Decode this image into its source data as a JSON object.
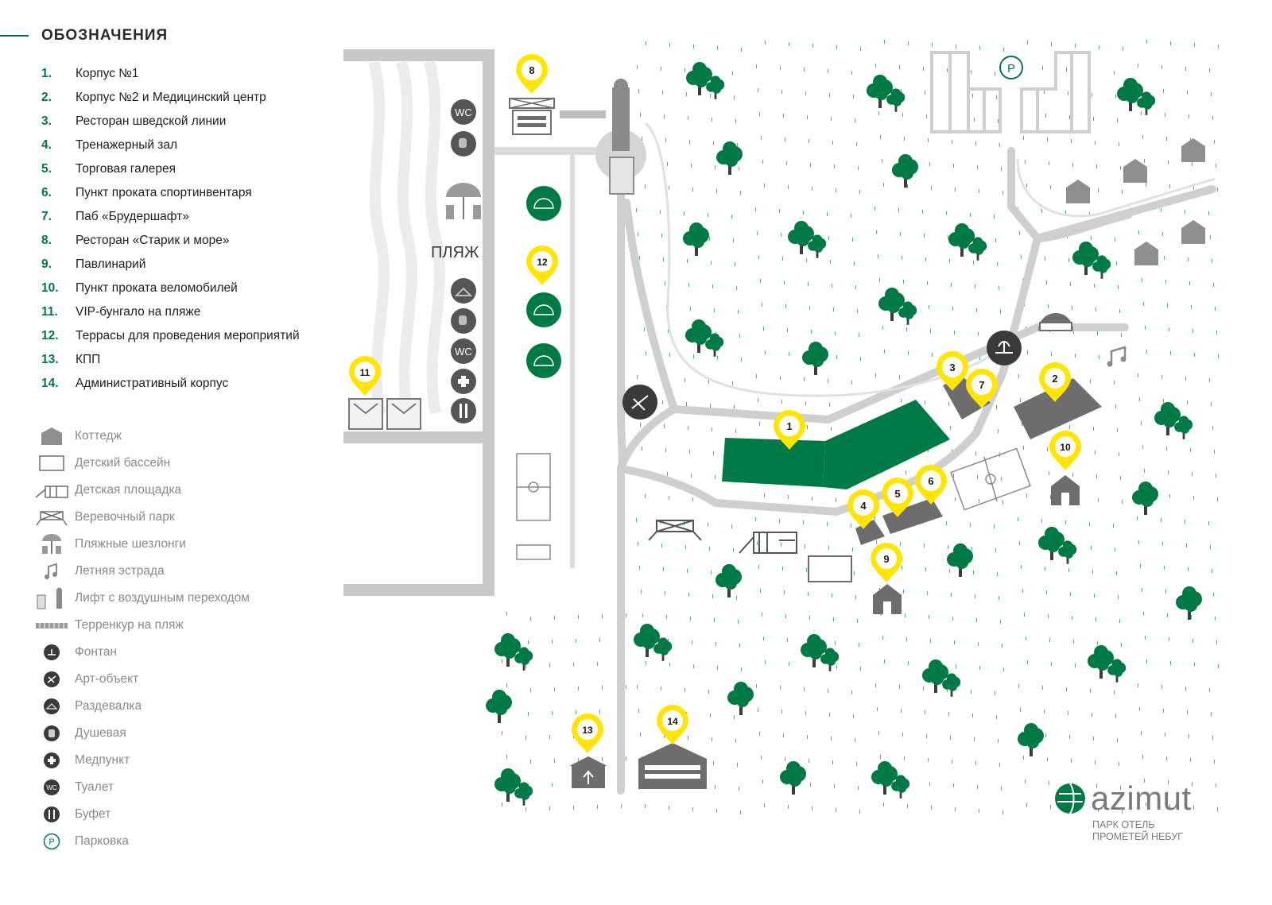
{
  "legend": {
    "title": "ОБОЗНАЧЕНИЯ",
    "places": [
      {
        "num": "1.",
        "label": "Корпус №1"
      },
      {
        "num": "2.",
        "label": "Корпус №2 и Медицинский центр"
      },
      {
        "num": "3.",
        "label": "Ресторан шведской линии"
      },
      {
        "num": "4.",
        "label": "Тренажерный зал"
      },
      {
        "num": "5.",
        "label": "Торговая галерея"
      },
      {
        "num": "6.",
        "label": "Пункт проката спортинвентаря"
      },
      {
        "num": "7.",
        "label": "Паб «Брудершафт»"
      },
      {
        "num": "8.",
        "label": "Ресторан «Старик и море»"
      },
      {
        "num": "9.",
        "label": "Павлинарий"
      },
      {
        "num": "10.",
        "label": "Пункт проката веломобилей"
      },
      {
        "num": "11.",
        "label": "VIP-бунгало на пляже"
      },
      {
        "num": "12.",
        "label": "Террасы для проведения мероприятий"
      },
      {
        "num": "13.",
        "label": "КПП"
      },
      {
        "num": "14.",
        "label": "Административный корпус"
      }
    ],
    "symbols": [
      {
        "icon": "cottage-icon",
        "label": "Коттедж"
      },
      {
        "icon": "kids-pool-icon",
        "label": "Детский бассейн"
      },
      {
        "icon": "playground-icon",
        "label": "Детская площадка"
      },
      {
        "icon": "rope-park-icon",
        "label": "Веревочный парк"
      },
      {
        "icon": "beach-loungers-icon",
        "label": "Пляжные шезлонги"
      },
      {
        "icon": "music-note-icon",
        "label": "Летняя эстрада"
      },
      {
        "icon": "elevator-icon",
        "label": "Лифт с воздушным переходом"
      },
      {
        "icon": "walkway-icon",
        "label": "Терренкур на пляж"
      },
      {
        "icon": "fountain-icon",
        "label": "Фонтан"
      },
      {
        "icon": "art-object-icon",
        "label": "Арт-объект"
      },
      {
        "icon": "changing-room-icon",
        "label": "Раздевалка"
      },
      {
        "icon": "shower-icon",
        "label": "Душевая"
      },
      {
        "icon": "first-aid-icon",
        "label": "Медпункт"
      },
      {
        "icon": "wc-icon",
        "label": "Туалет"
      },
      {
        "icon": "buffet-icon",
        "label": "Буфет"
      },
      {
        "icon": "parking-icon",
        "label": "Парковка"
      }
    ]
  },
  "map": {
    "beach_label": "ПЛЯЖ",
    "wc_label": "WC",
    "parking_label": "P",
    "markers": [
      "1",
      "2",
      "3",
      "4",
      "5",
      "6",
      "7",
      "8",
      "9",
      "10",
      "11",
      "12",
      "13",
      "14"
    ]
  },
  "brand": {
    "name": "azimut",
    "subtitle_line1": "ПАРК ОТЕЛЬ",
    "subtitle_line2": "ПРОМЕТЕЙ НЕБУГ"
  },
  "colors": {
    "green": "#007a45",
    "yellow": "#ffe600",
    "dark_grey": "#6d6d6d",
    "road_grey": "#cfcfcf",
    "number_green": "#007a45"
  }
}
